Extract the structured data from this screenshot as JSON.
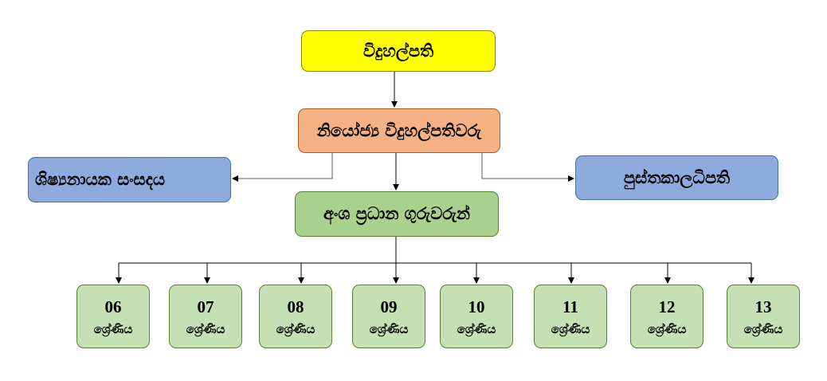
{
  "principal": "විදුහල්පති",
  "deputy": "නියෝජ්‍ය විදුහල්පතිවරු",
  "prefects": "ශිෂ්‍යනායක සංසදය",
  "librarian": "පුස්තකාලධිපති",
  "section_heads": "අංශ ප්‍රධාන ගුරුවරුන්",
  "grades": [
    {
      "num": "06",
      "label": "ශ්‍රේණිය"
    },
    {
      "num": "07",
      "label": "ශ්‍රේණිය"
    },
    {
      "num": "08",
      "label": "ශ්‍රේණිය"
    },
    {
      "num": "09",
      "label": "ශ්‍රේණිය"
    },
    {
      "num": "10",
      "label": "ශ්‍රේණිය"
    },
    {
      "num": "11",
      "label": "ශ්‍රේණිය"
    },
    {
      "num": "12",
      "label": "ශ්‍රේණිය"
    },
    {
      "num": "13",
      "label": "ශ්‍රේණිය"
    }
  ],
  "colors": {
    "principal": "#ffff00",
    "deputy": "#f4b183",
    "side": "#8faadc",
    "section": "#a9d18e",
    "grade": "#c5e0b4"
  }
}
